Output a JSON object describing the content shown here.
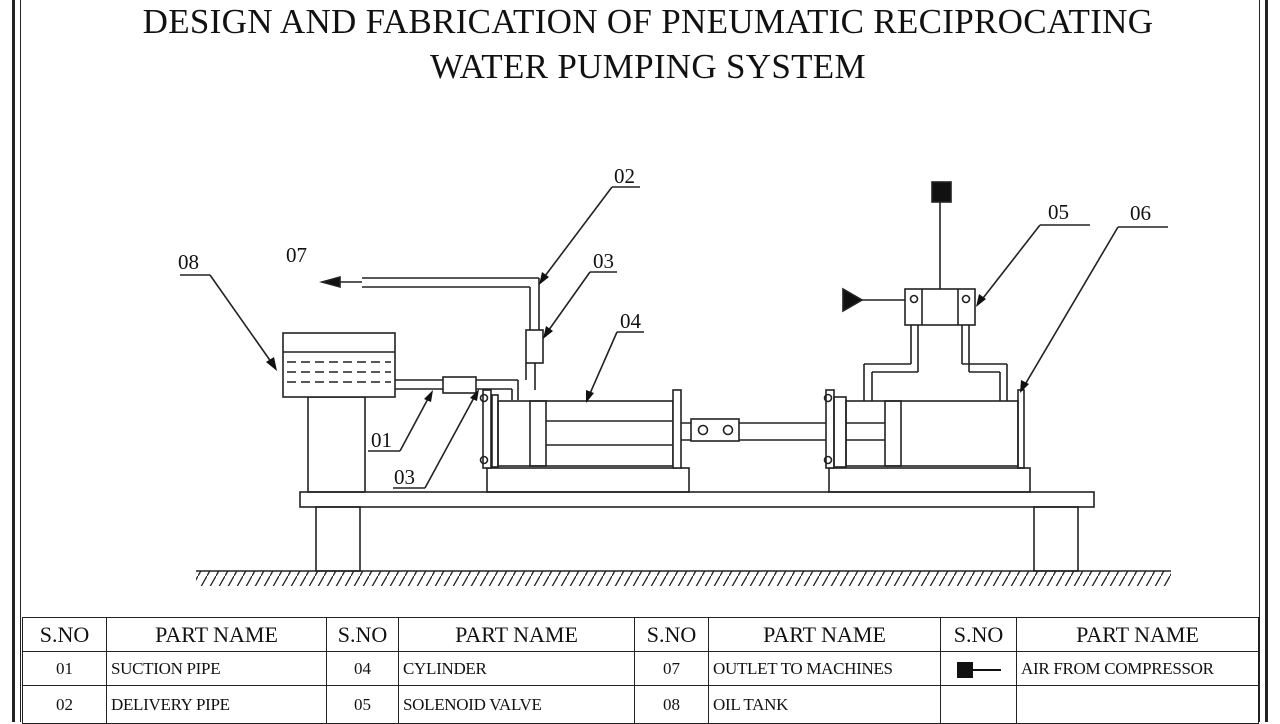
{
  "title": {
    "line1": "DESIGN AND FABRICATION OF PNEUMATIC RECIPROCATING",
    "line2": "WATER PUMPING SYSTEM"
  },
  "callouts": [
    "08",
    "07",
    "02",
    "03",
    "04",
    "05",
    "06",
    "01",
    "03"
  ],
  "table": {
    "headers": [
      "S.NO",
      "PART NAME",
      "S.NO",
      "PART NAME",
      "S.NO",
      "PART NAME",
      "S.NO",
      "PART NAME"
    ],
    "rows": [
      {
        "c1": "01",
        "c2": "SUCTION PIPE",
        "c3": "04",
        "c4": "CYLINDER",
        "c5": "07",
        "c6": "OUTLET TO MACHINES",
        "c8": "AIR FROM COMPRESSOR"
      },
      {
        "c1": "02",
        "c2": "DELIVERY PIPE",
        "c3": "05",
        "c4": "SOLENOID VALVE",
        "c5": "08",
        "c6": "OIL TANK",
        "c8": ""
      }
    ],
    "legend_icon": "square-arrow-symbol"
  },
  "colors": {
    "ink": "#111111",
    "paper": "#ffffff"
  }
}
